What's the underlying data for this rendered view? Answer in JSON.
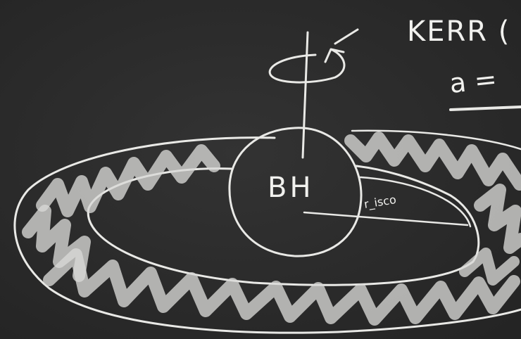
{
  "board": {
    "background_color": "#2b2b2b",
    "chalk_color": "#e9e9e6",
    "heading": "KERR (",
    "parameter": "a =",
    "black_hole_label": "BH",
    "radius_label": "r_isco"
  }
}
